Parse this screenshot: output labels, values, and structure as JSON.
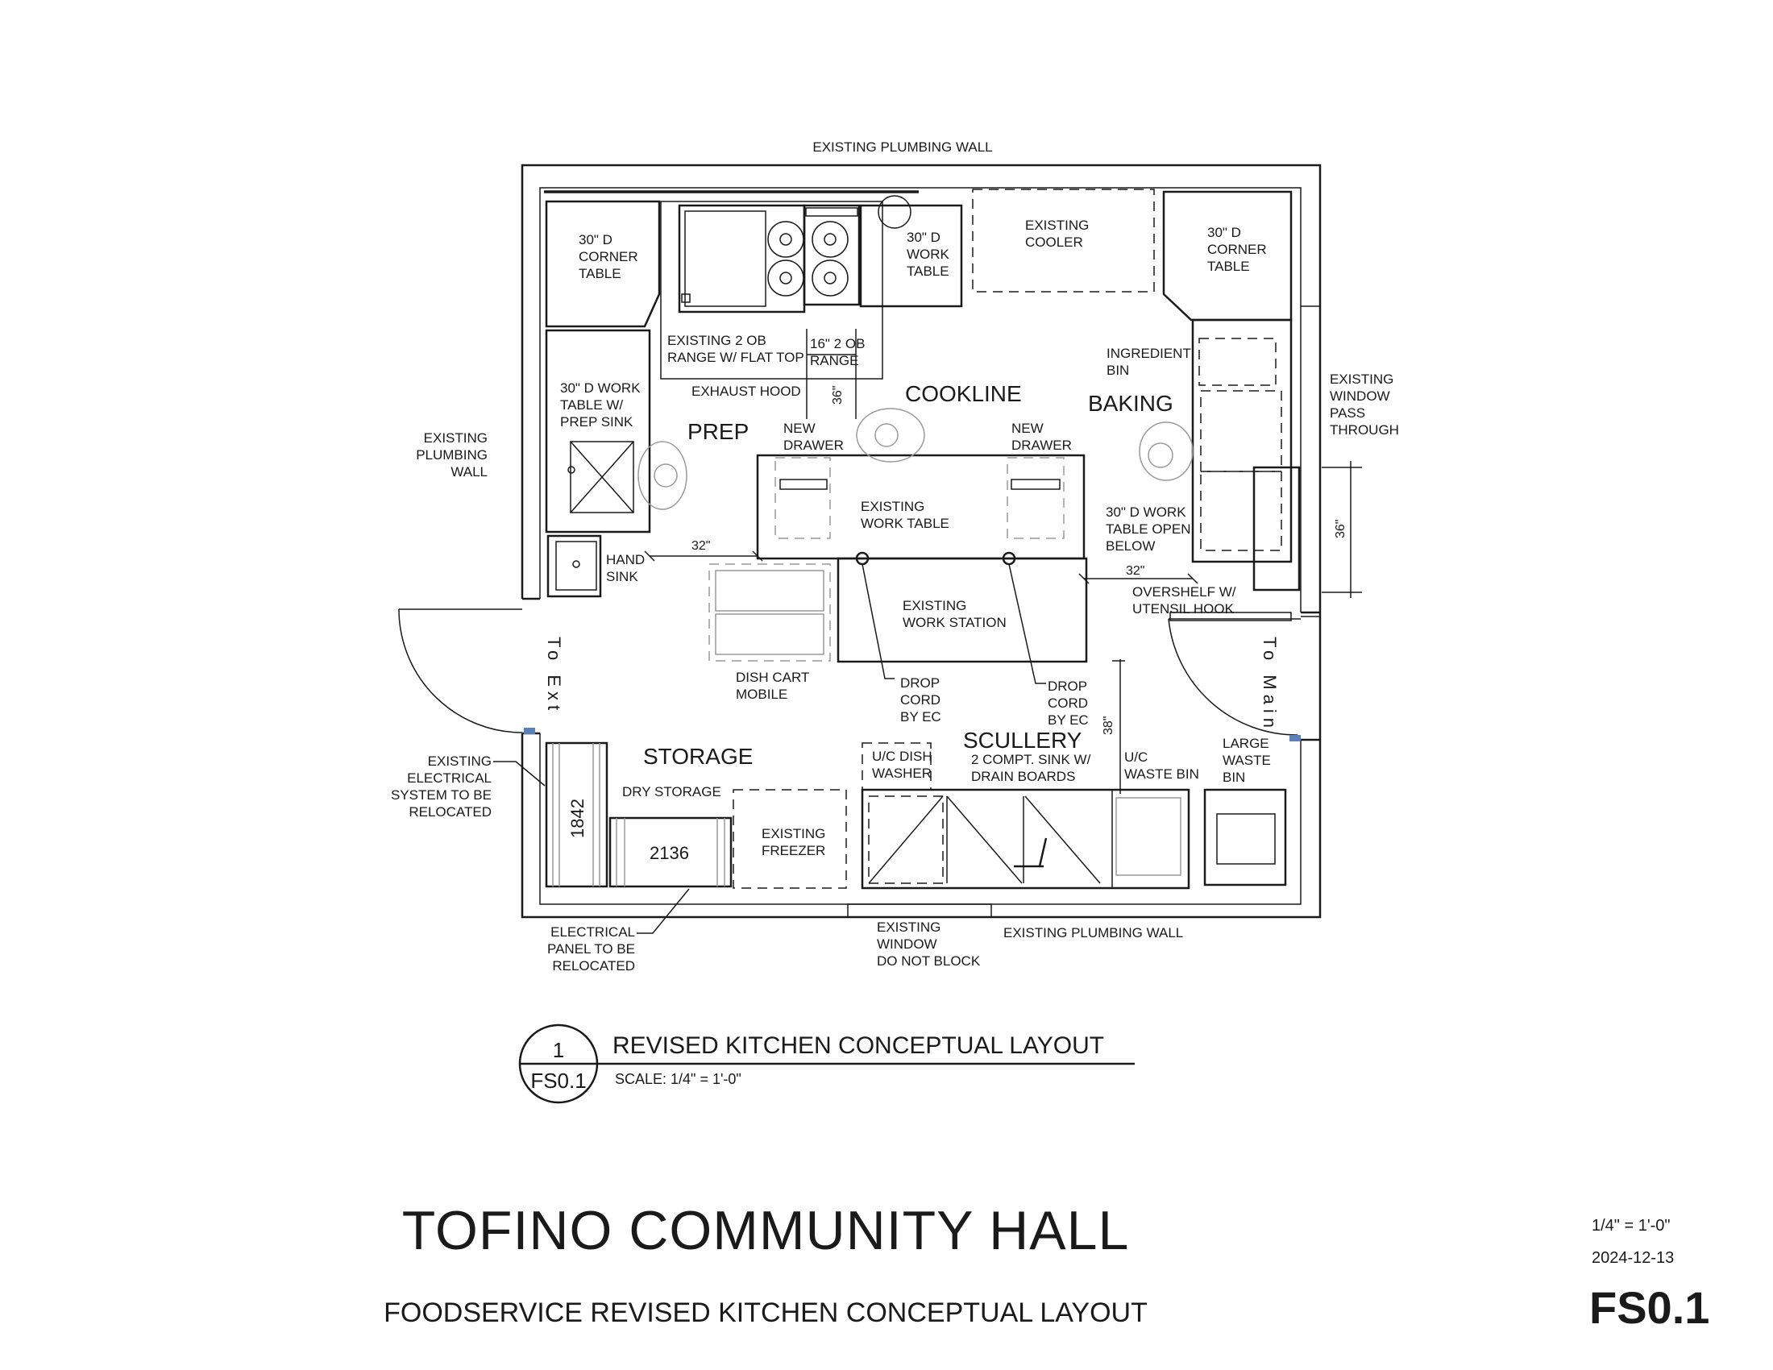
{
  "labels": {
    "wall_top": "EXISTING PLUMBING WALL",
    "wall_left": [
      "EXISTING",
      "PLUMBING",
      "WALL"
    ],
    "wall_bottom": "EXISTING PLUMBING WALL",
    "corner_table_l": [
      "30\" D",
      "CORNER",
      "TABLE"
    ],
    "corner_table_r": [
      "30\" D",
      "CORNER",
      "TABLE"
    ],
    "work_table_top": [
      "30\" D",
      "WORK",
      "TABLE"
    ],
    "cooler": [
      "EXISTING",
      "COOLER"
    ],
    "range_2ob": [
      "EXISTING 2 OB",
      "RANGE W/ FLAT TOP"
    ],
    "range_16": [
      "16\" 2 OB",
      "RANGE"
    ],
    "exhaust_hood": "EXHAUST HOOD",
    "prep_table": [
      "30\" D WORK",
      "TABLE W/",
      "PREP SINK"
    ],
    "ingredient_bin": [
      "INGREDIENT",
      "BIN"
    ],
    "window_pass": [
      "EXISTING",
      "WINDOW",
      "PASS",
      "THROUGH"
    ],
    "new_drawer_l": [
      "NEW",
      "DRAWER"
    ],
    "new_drawer_r": [
      "NEW",
      "DRAWER"
    ],
    "work_table_center": [
      "EXISTING",
      "WORK TABLE"
    ],
    "work_station": [
      "EXISTING",
      "WORK STATION"
    ],
    "baking_table": [
      "30\" D WORK",
      "TABLE OPEN",
      "BELOW"
    ],
    "overshelf": [
      "OVERSHELF W/",
      "UTENSIL HOOK"
    ],
    "hand_sink": [
      "HAND",
      "SINK"
    ],
    "dish_cart": [
      "DISH CART",
      "MOBILE"
    ],
    "drop_cord_l": [
      "DROP",
      "CORD",
      "BY EC"
    ],
    "drop_cord_r": [
      "DROP",
      "CORD",
      "BY EC"
    ],
    "to_ext": "To Ext",
    "to_main": "To Main",
    "elec_system": [
      "EXISTING",
      "ELECTRICAL",
      "SYSTEM TO BE",
      "RELOCATED"
    ],
    "dry_storage": "DRY STORAGE",
    "freezer": [
      "EXISTING",
      "FREEZER"
    ],
    "dishwasher": [
      "U/C DISH",
      "WASHER"
    ],
    "sink_3": [
      "2 COMPT. SINK W/",
      "DRAIN BOARDS"
    ],
    "uc_waste": [
      "U/C",
      "WASTE BIN"
    ],
    "large_waste": [
      "LARGE",
      "WASTE",
      "BIN"
    ],
    "elec_panel": [
      "ELECTRICAL",
      "PANEL TO BE",
      "RELOCATED"
    ],
    "window_noblock": [
      "EXISTING",
      "WINDOW",
      "DO NOT BLOCK"
    ]
  },
  "rooms": {
    "prep": "PREP",
    "cookline": "COOKLINE",
    "baking": "BAKING",
    "storage": "STORAGE",
    "scullery": "SCULLERY"
  },
  "dimensions": {
    "d36_hood": "36\"",
    "d32_left": "32\"",
    "d32_right": "32\"",
    "d36_right": "36\"",
    "d38": "38\"",
    "shelf_1842": "1842",
    "shelf_2136": "2136"
  },
  "callout": {
    "number": "1",
    "sheet": "FS0.1",
    "title": "REVISED KITCHEN CONCEPTUAL LAYOUT",
    "scale": "SCALE: 1/4\" = 1'-0\""
  },
  "title_block": {
    "project": "TOFINO COMMUNITY HALL",
    "subtitle": "FOODSERVICE REVISED KITCHEN CONCEPTUAL LAYOUT",
    "scale": "1/4\" = 1'-0\"",
    "date": "2024-12-13",
    "sheet": "FS0.1"
  }
}
